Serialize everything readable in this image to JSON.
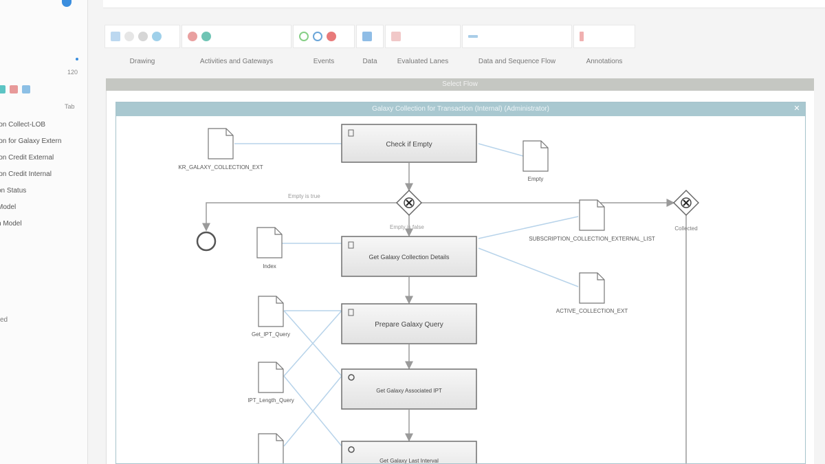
{
  "sidebar": {
    "zoom": "120",
    "toggle": "Tab",
    "items": [
      "ion Collect-LOB",
      "ion for Galaxy Extern",
      "ion Credit External",
      "ion Credit Internal",
      "on Status",
      "Model",
      "n Model"
    ],
    "end_label": "ed"
  },
  "ribbon": {
    "groups": [
      {
        "label": "Drawing"
      },
      {
        "label": "Activities and Gateways"
      },
      {
        "label": "Events"
      },
      {
        "label": "Data"
      },
      {
        "label": "Evaluated Lanes"
      },
      {
        "label": "Data and Sequence Flow"
      },
      {
        "label": "Annotations"
      }
    ]
  },
  "panel": {
    "title": "Select Flow"
  },
  "diagram": {
    "title": "Galaxy Collection for Transaction (Internal) (Administrator)",
    "tasks": [
      "Check if Empty",
      "Get Galaxy Collection Details",
      "Prepare Galaxy Query",
      "Get Galaxy Associated IPT",
      "Get Galaxy Last Interval"
    ],
    "data_objects": [
      "KR_GALAXY_COLLECTION_EXT",
      "Empty",
      "SUBSCRIPTION_COLLECTION_EXTERNAL_LIST",
      "Index",
      "ACTIVE_COLLECTION_EXT",
      "Get_IPT_Query",
      "IPT_Length_Query"
    ],
    "flow_labels": {
      "empty_flow": "Empty is true",
      "not_empty_flow": "Empty is false",
      "gateway_right": "Collected"
    }
  },
  "colors": {
    "accent": "#3b8ede",
    "task_border": "#6f6f6f",
    "flow_line": "#9a9a9a",
    "data_link": "#b7d3ea"
  }
}
